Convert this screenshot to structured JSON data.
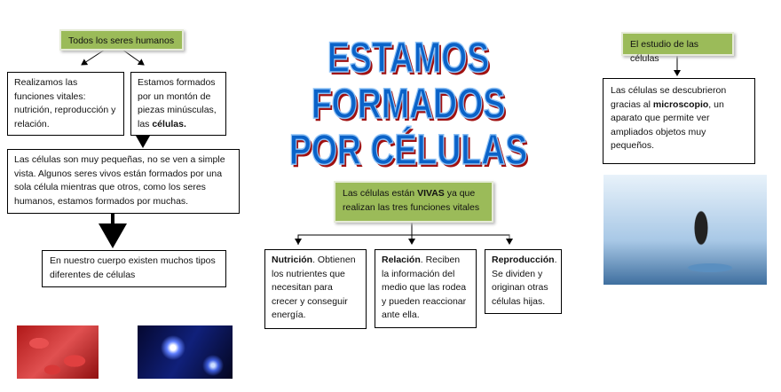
{
  "title": {
    "line1": "ESTAMOS FORMADOS",
    "line2": "POR CÉLULAS"
  },
  "left": {
    "header": "Todos los seres humanos",
    "box1": "Realizamos las funciones vitales: nutrición, reproducción y relación.",
    "box2_pre": "Estamos formados por un montón de piezas minúsculas, las ",
    "box2_bold": "células.",
    "box3": "Las células son muy pequeñas, no se ven a simple vista. Algunos seres vivos están formados por una sola célula mientras que otros, como los seres humanos, estamos formados por muchas.",
    "box4": "En nuestro cuerpo  existen muchos tipos diferentes de células"
  },
  "center": {
    "header_pre": "Las células están ",
    "header_bold": "VIVAS",
    "header_post": " ya que realizan las tres funciones vitales",
    "items": [
      {
        "bold": "Nutrición",
        "text": ". Obtienen los nutrientes que necesitan para crecer y conseguir energía."
      },
      {
        "bold": "Relación",
        "text": ". Reciben la información del medio que las rodea y pueden reaccionar ante ella."
      },
      {
        "bold": "Reproducción",
        "text": ". Se dividen y originan otras células hijas."
      }
    ]
  },
  "right": {
    "header": "El estudio de las células",
    "box_pre": "Las células se descubrieron gracias al ",
    "box_bold": "microscopio",
    "box_post": ", un aparato que permite ver ampliados objetos muy pequeños."
  }
}
